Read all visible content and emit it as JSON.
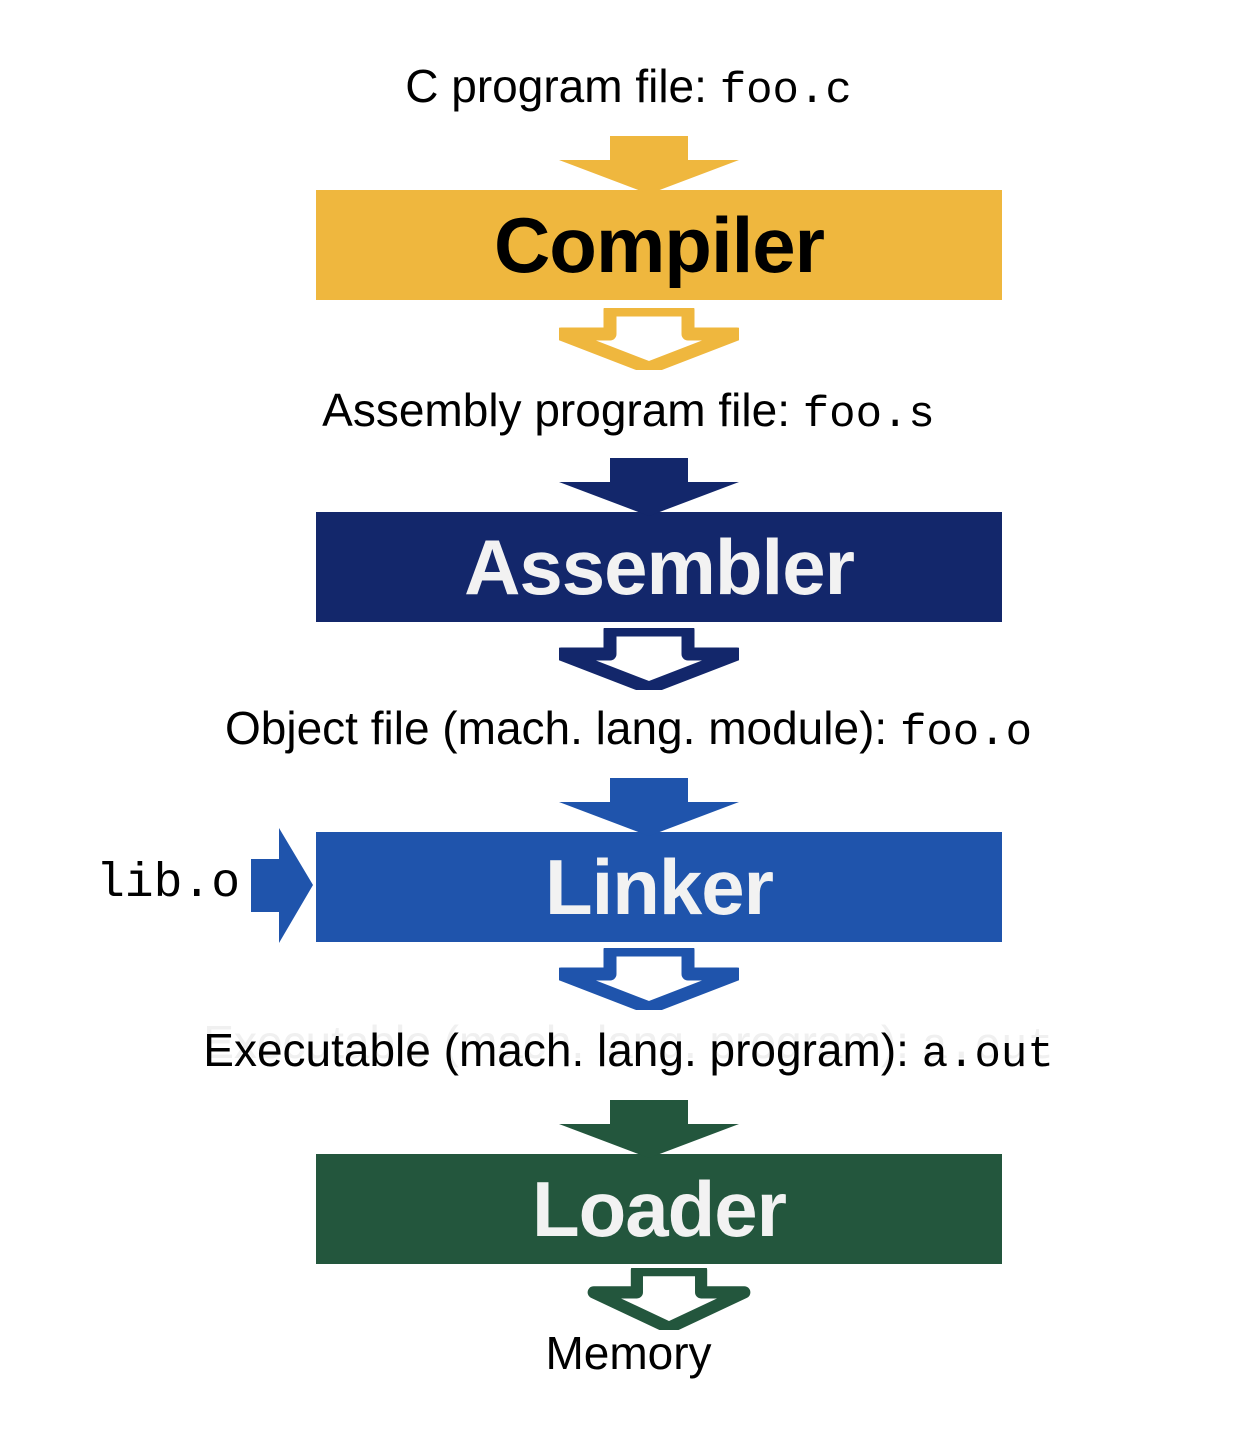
{
  "diagram": {
    "title": "C compilation toolchain",
    "colors": {
      "compiler": "#EFB73E",
      "assembler": "#13276B",
      "linker": "#1F54AC",
      "loader": "#23563D",
      "text_dark": "#000000",
      "text_light": "#F2F2F2",
      "background": "#FFFFFF"
    },
    "rows": {
      "source_file": {
        "label": "C program file: ",
        "filename": "foo.c"
      },
      "assembly_file": {
        "label": "Assembly program file: ",
        "filename": "foo.s"
      },
      "object_file": {
        "label": "Object file (mach. lang. module): ",
        "filename": "foo.o"
      },
      "executable_file": {
        "label": "Executable (mach. lang. program): ",
        "filename": "a.out"
      },
      "memory": {
        "label": "Memory",
        "filename": ""
      }
    },
    "stages": {
      "compiler": {
        "label": "Compiler"
      },
      "assembler": {
        "label": "Assembler"
      },
      "linker": {
        "label": "Linker"
      },
      "loader": {
        "label": "Loader"
      }
    },
    "library_input": {
      "label": "lib.o"
    }
  }
}
